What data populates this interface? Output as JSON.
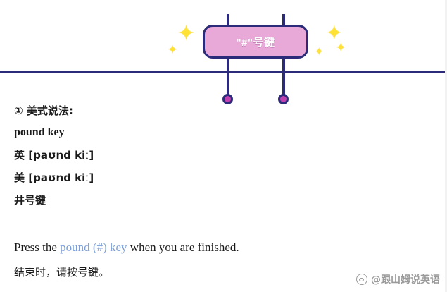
{
  "banner": {
    "bubble_label": "\"#\"号键",
    "sparkle_glyph": "✦",
    "sparkle_glyph_small": "✦"
  },
  "content": {
    "item_heading": "① 美式说法:",
    "headword": "pound key",
    "uk_pron": "英 [paʊnd kiː]",
    "us_pron": "美 [paʊnd kiː]",
    "cn_meaning": "井号键",
    "example_en_before": "Press the ",
    "example_en_highlight": "pound (#) key",
    "example_en_after": " when you are finished.",
    "example_cn": "结束时，请按号键。"
  },
  "watermark": {
    "icon": "weibo-icon",
    "text": "@跟山姆说英语"
  },
  "colors": {
    "ink": "#2b2b7a",
    "bubble_fill": "#e8a8d8",
    "dot_fill": "#c040b0",
    "sparkle": "#ffe233",
    "highlight": "#7b9ed9"
  }
}
